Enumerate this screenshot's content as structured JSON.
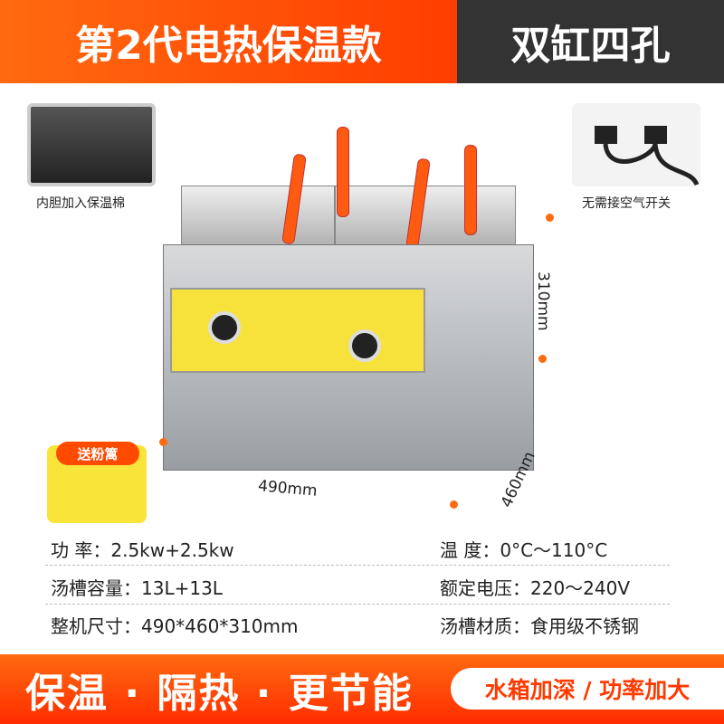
{
  "header": {
    "title": "第2代电热保温款",
    "model": "双缸四孔"
  },
  "insets": {
    "left_caption": "内胆加入保温棉",
    "right_caption": "无需接空气开关"
  },
  "dimensions": {
    "width": "490mm",
    "depth": "460mm",
    "height": "310mm"
  },
  "gift": {
    "label": "送粉篱"
  },
  "specs": [
    {
      "label": "功  率：",
      "value": "2.5kw+2.5kw"
    },
    {
      "label": "温  度：",
      "value": "0°C～110°C"
    },
    {
      "label": "汤槽容量：",
      "value": "13L+13L"
    },
    {
      "label": "额定电压：",
      "value": "220～240V"
    },
    {
      "label": "整机尺寸：",
      "value": "490*460*310mm"
    },
    {
      "label": "汤槽材质：",
      "value": "食用级不锈钢"
    }
  ],
  "footer": {
    "slogan": "保温 · 隔热 · 更节能",
    "badge": "水箱加深 / 功率加大"
  },
  "colors": {
    "accent": "#ff5a10",
    "dark": "#333333",
    "panel": "#f7e23b"
  }
}
